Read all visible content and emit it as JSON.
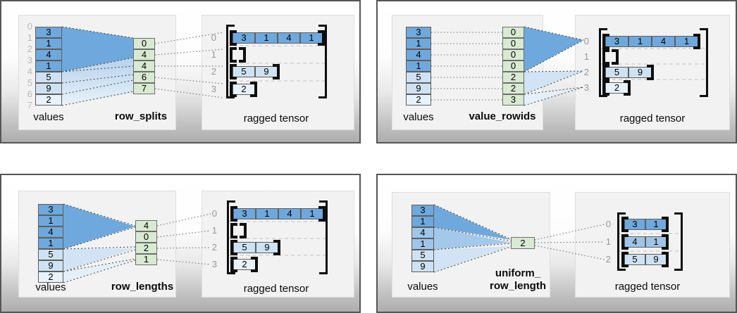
{
  "title": "ragged tensor construction diagrams",
  "colors": {
    "dark_blue": "#6fa8dc",
    "medium_blue": "#9fc5e8",
    "light_blue": "#cfe2f3",
    "pale_blue": "#e9f2fb",
    "green": "#d9ead3"
  },
  "slides": [
    {
      "values_label": "values",
      "param_label": "row_splits",
      "ragged_label": "ragged tensor",
      "value_indices": [
        "0",
        "1",
        "2",
        "3",
        "4",
        "5",
        "6",
        "7"
      ],
      "values": [
        "3",
        "1",
        "4",
        "1",
        "5",
        "9",
        "2"
      ],
      "param": [
        "0",
        "4",
        "4",
        "6",
        "7"
      ],
      "rows": [
        {
          "index": "0",
          "cells": [
            "3",
            "1",
            "4",
            "1"
          ]
        },
        {
          "index": "1",
          "cells": []
        },
        {
          "index": "2",
          "cells": [
            "5",
            "9"
          ]
        },
        {
          "index": "3",
          "cells": [
            "2"
          ]
        }
      ]
    },
    {
      "values_label": "values",
      "param_label": "value_rowids",
      "ragged_label": "ragged tensor",
      "values": [
        "3",
        "1",
        "4",
        "1",
        "5",
        "9",
        "2"
      ],
      "param": [
        "0",
        "0",
        "0",
        "0",
        "2",
        "2",
        "3"
      ],
      "rows": [
        {
          "index": "0",
          "cells": [
            "3",
            "1",
            "4",
            "1"
          ]
        },
        {
          "index": "1",
          "cells": []
        },
        {
          "index": "2",
          "cells": [
            "5",
            "9"
          ]
        },
        {
          "index": "3",
          "cells": [
            "2"
          ]
        }
      ]
    },
    {
      "values_label": "values",
      "param_label": "row_lengths",
      "ragged_label": "ragged tensor",
      "values": [
        "3",
        "1",
        "4",
        "1",
        "5",
        "9",
        "2"
      ],
      "param": [
        "4",
        "0",
        "2",
        "1"
      ],
      "rows": [
        {
          "index": "0",
          "cells": [
            "3",
            "1",
            "4",
            "1"
          ]
        },
        {
          "index": "1",
          "cells": []
        },
        {
          "index": "2",
          "cells": [
            "5",
            "9"
          ]
        },
        {
          "index": "3",
          "cells": [
            "2"
          ]
        }
      ]
    },
    {
      "values_label": "values",
      "param_label_line1": "uniform_",
      "param_label_line2": "row_length",
      "ragged_label": "ragged tensor",
      "values": [
        "3",
        "1",
        "4",
        "1",
        "5",
        "9"
      ],
      "param": [
        "2"
      ],
      "rows": [
        {
          "index": "0",
          "cells": [
            "3",
            "1"
          ]
        },
        {
          "index": "1",
          "cells": [
            "4",
            "1"
          ]
        },
        {
          "index": "2",
          "cells": [
            "5",
            "9"
          ]
        }
      ]
    }
  ]
}
